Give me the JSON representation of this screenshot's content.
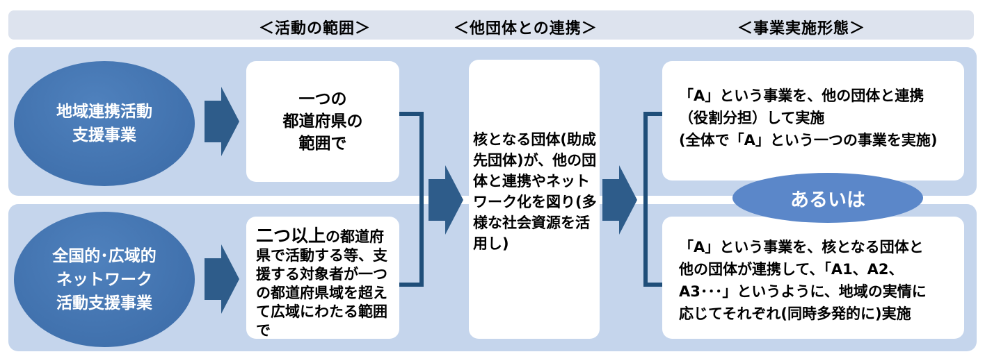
{
  "header": {
    "col1": "＜活動の範囲＞",
    "col2": "＜他団体との連携＞",
    "col3": "＜事業実施形態＞"
  },
  "programs": [
    {
      "label": "地域連携活動\n支援事業"
    },
    {
      "label": "全国的･広域的\nネットワーク\n活動支援事業"
    }
  ],
  "scope": [
    {
      "label": "一つの\n都道府県の\n範囲で"
    },
    {
      "label_head": "二つ以上",
      "label_rest": "の都道府県で活動する等、支援する対象者が一つの都道府県域を超えて広域にわたる範囲で"
    }
  ],
  "collaboration": {
    "text": "核となる団体(助成先団体)が、他の団体と連携やネットワーク化を図り(多様な社会資源を活用し)"
  },
  "forms": [
    {
      "label": "「A」という事業を、他の団体と連携\n（役割分担）して実施\n(全体で「A」という一つの事業を実施)"
    },
    {
      "label": "「A」という事業を、核となる団体と\n他の団体が連携して、「A1、A2、\nA3･･･」というように、地域の実情に\n応じてそれぞれ(同時多発的に)実施"
    }
  ],
  "or_label": "あるいは",
  "colors": {
    "band": "#c5d5ec",
    "header_bar": "#dde3ee",
    "ellipse": "#4f81bd",
    "arrow": "#2e5c8a",
    "bracket": "#1f4e79"
  }
}
